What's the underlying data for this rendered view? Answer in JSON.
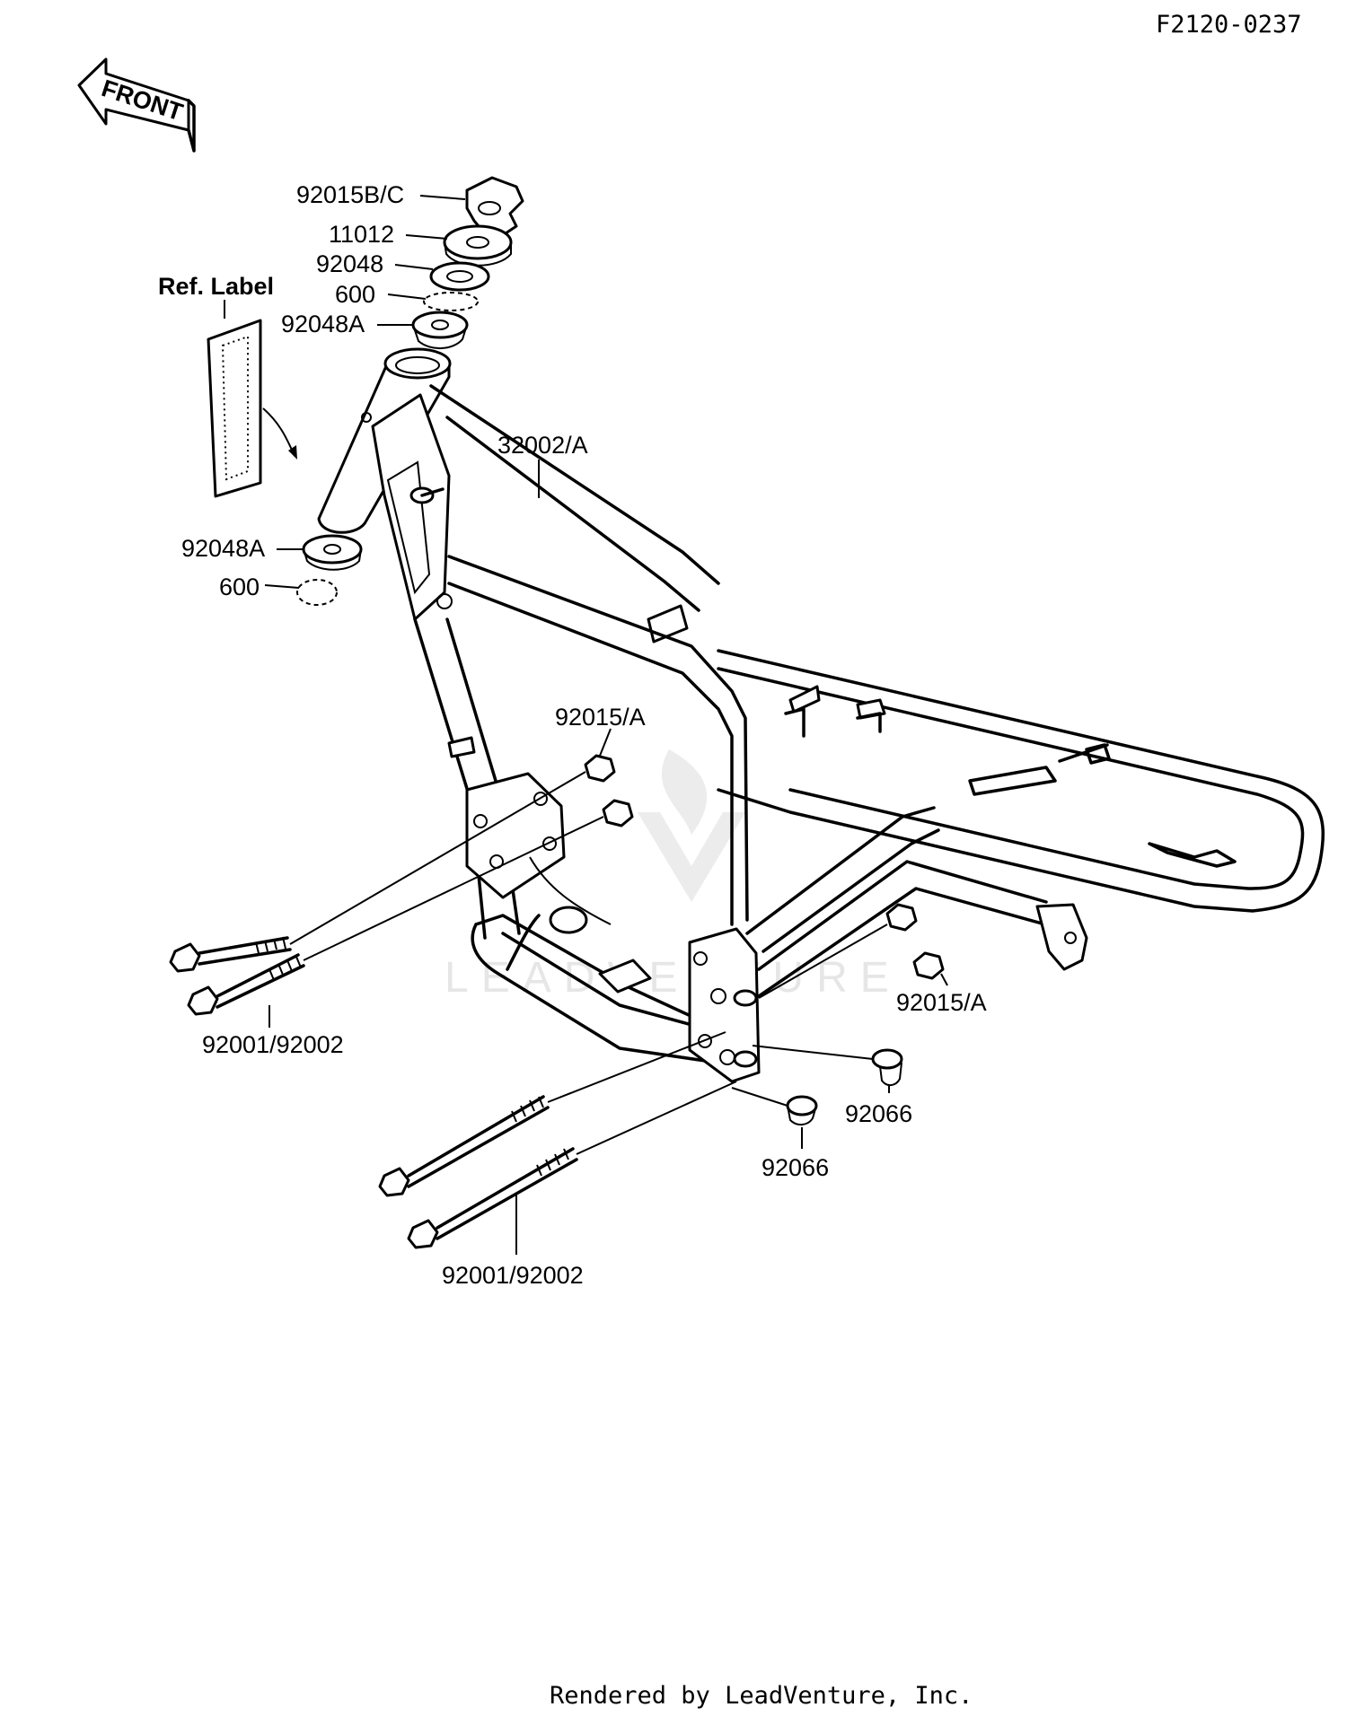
{
  "diagram_code": "F2120-0237",
  "front_arrow_text": "FRONT",
  "ref_label_text": "Ref. Label",
  "watermark_text": "LEADVENTURE",
  "footer_text": "Rendered by LeadVenture, Inc.",
  "part_labels": {
    "steering_stem_nut": "92015B/C",
    "stem_cap": "11012",
    "upper_race": "92048",
    "upper_balls": "600",
    "upper_cone": "92048A",
    "frame": "32002/A",
    "lower_cone": "92048A",
    "lower_balls": "600",
    "nut_left": "92015/A",
    "bolts_upper": "92001/92002",
    "nut_right": "92015/A",
    "plug_right": "92066",
    "plug_lower": "92066",
    "bolts_lower": "92001/92002"
  }
}
